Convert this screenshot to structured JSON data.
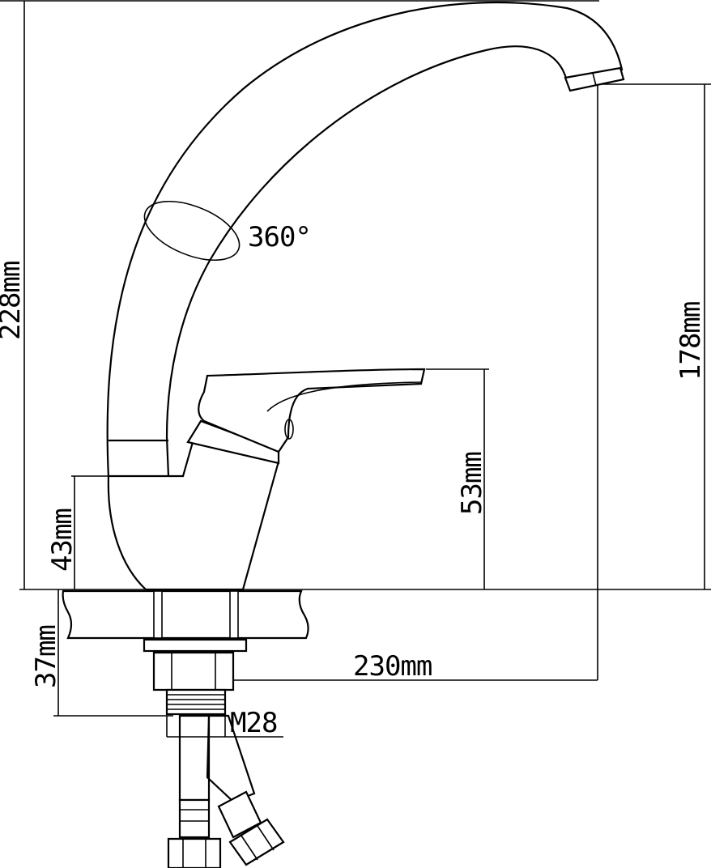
{
  "labels": {
    "rotation": "360°",
    "height_total": "228mm",
    "height_spout": "178mm",
    "height_lever": "53mm",
    "height_base": "43mm",
    "thread_length": "37mm",
    "reach": "230mm",
    "thread": "M28"
  }
}
